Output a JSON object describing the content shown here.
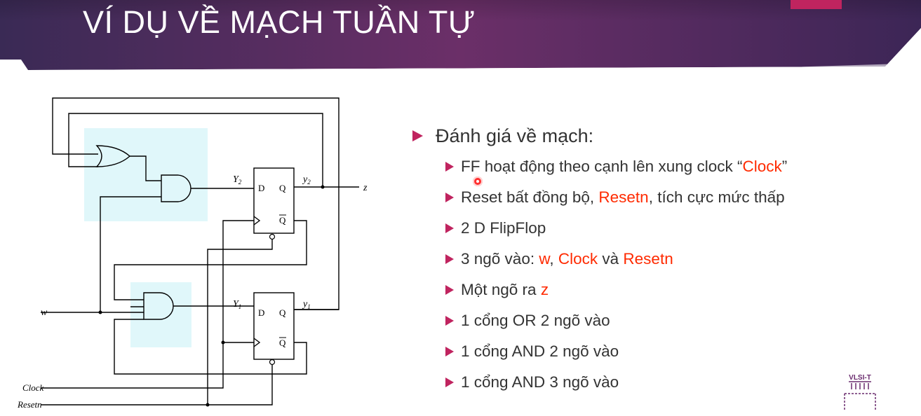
{
  "slide": {
    "title": "VÍ DỤ VỀ MẠCH TUẦN TỰ",
    "accent_color": "#c0245f",
    "highlight_color": "#ff2a00"
  },
  "circuit": {
    "label_y2_upper": "Y",
    "label_y2_upper_sub": "2",
    "label_y2_lower": "y",
    "label_y2_lower_sub": "2",
    "label_y1_upper": "Y",
    "label_y1_upper_sub": "1",
    "label_y1_lower": "y",
    "label_y1_lower_sub": "1",
    "label_z": "z",
    "label_w": "w",
    "label_clock": "Clock",
    "label_resetn": "Resetn",
    "ff_d": "D",
    "ff_q": "Q",
    "ff_qbar": "Q"
  },
  "bullets": {
    "main": "Đánh giá về mạch:",
    "items": [
      {
        "parts": [
          {
            "t": "FF hoạt động theo cạnh lên xung clock “"
          },
          {
            "t": "Clock",
            "red": true
          },
          {
            "t": "”"
          }
        ]
      },
      {
        "parts": [
          {
            "t": "Reset bất đồng bộ, "
          },
          {
            "t": "Resetn",
            "red": true
          },
          {
            "t": ", tích cực mức thấp"
          }
        ]
      },
      {
        "parts": [
          {
            "t": "2 D FlipFlop"
          }
        ]
      },
      {
        "parts": [
          {
            "t": "3 ngõ vào: "
          },
          {
            "t": "w",
            "red": true
          },
          {
            "t": ", "
          },
          {
            "t": "Clock",
            "red": true
          },
          {
            "t": " và "
          },
          {
            "t": "Resetn",
            "red": true
          }
        ]
      },
      {
        "parts": [
          {
            "t": "Một ngõ ra "
          },
          {
            "t": "z",
            "red": true
          }
        ]
      },
      {
        "parts": [
          {
            "t": "1 cổng OR 2 ngõ vào"
          }
        ]
      },
      {
        "parts": [
          {
            "t": "1 cổng AND 2 ngõ vào"
          }
        ]
      },
      {
        "parts": [
          {
            "t": "1 cổng AND 3 ngõ vào"
          }
        ]
      }
    ]
  },
  "logo": {
    "text": "VLSI-T",
    "icon": "chip-icon"
  }
}
